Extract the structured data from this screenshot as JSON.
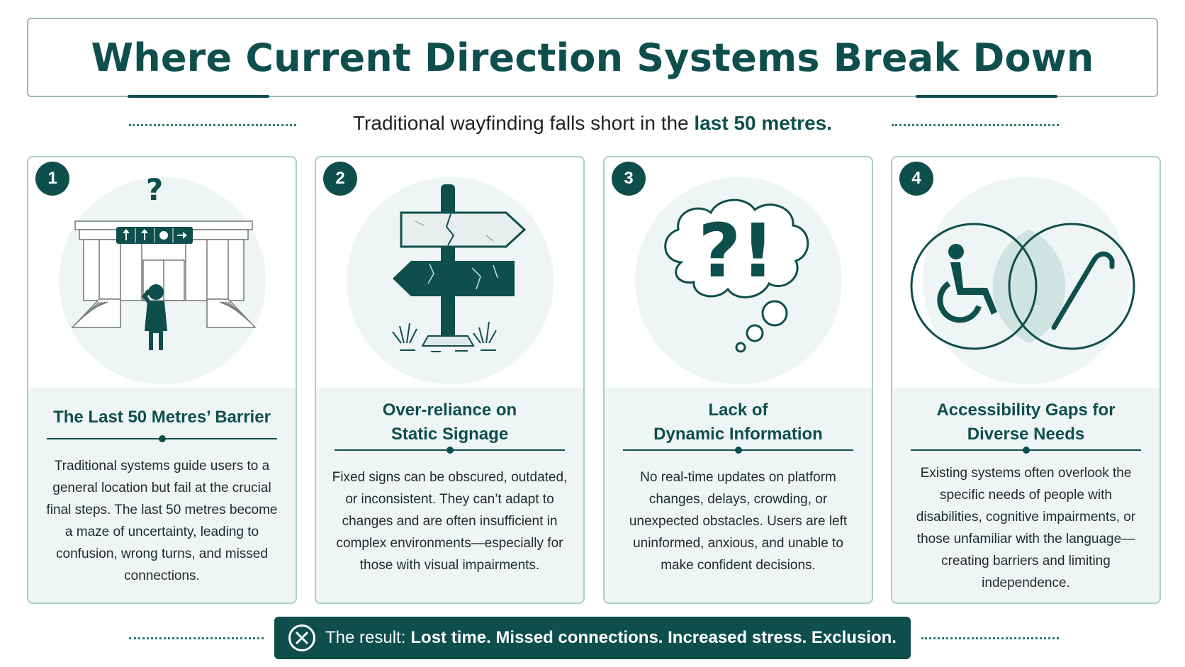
{
  "header": {
    "title": "Where Current Direction Systems Break Down",
    "subtitle_prefix": "Traditional wayfinding falls short in the",
    "subtitle_highlight": "last 50 metres."
  },
  "cards": [
    {
      "number": "1",
      "title_line1": "The Last 50 Metres’ Barrier",
      "title_line2": "",
      "body": "Traditional systems guide users to a general location but fail at the crucial final steps. The last 50 metres become a maze of uncertainty, leading to confusion, wrong turns, and missed connections.",
      "icon": "confused-person-station-icon",
      "art_text": "?"
    },
    {
      "number": "2",
      "title_line1": "Over-reliance on",
      "title_line2": "Static Signage",
      "body": "Fixed signs can be obscured, outdated, or inconsistent. They can’t adapt to changes and are often insufficient in complex environments—especially for those with visual impairments.",
      "icon": "broken-signpost-icon"
    },
    {
      "number": "3",
      "title_line1": "Lack of",
      "title_line2": "Dynamic Information",
      "body": "No real-time updates on platform changes, delays, crowding, or unexpected obstacles. Users are left uninformed, anxious, and unable to make confident decisions.",
      "icon": "thought-bubble-icon",
      "art_text": "?!"
    },
    {
      "number": "4",
      "title_line1": "Accessibility Gaps for",
      "title_line2": "Diverse Needs",
      "body": "Existing systems often overlook the specific needs of people with disabilities, cognitive impairments, or those unfamiliar with the language—creating barriers and limiting independence.",
      "icon": "wheelchair-cane-icon"
    }
  ],
  "result": {
    "label": "The result:",
    "text": "Lost time. Missed connections. Increased stress. Exclusion.",
    "icon": "x-circle-icon"
  },
  "colors": {
    "primary": "#0e4f4d",
    "card_border": "#a9cfcc",
    "card_fill": "#eef5f4"
  }
}
